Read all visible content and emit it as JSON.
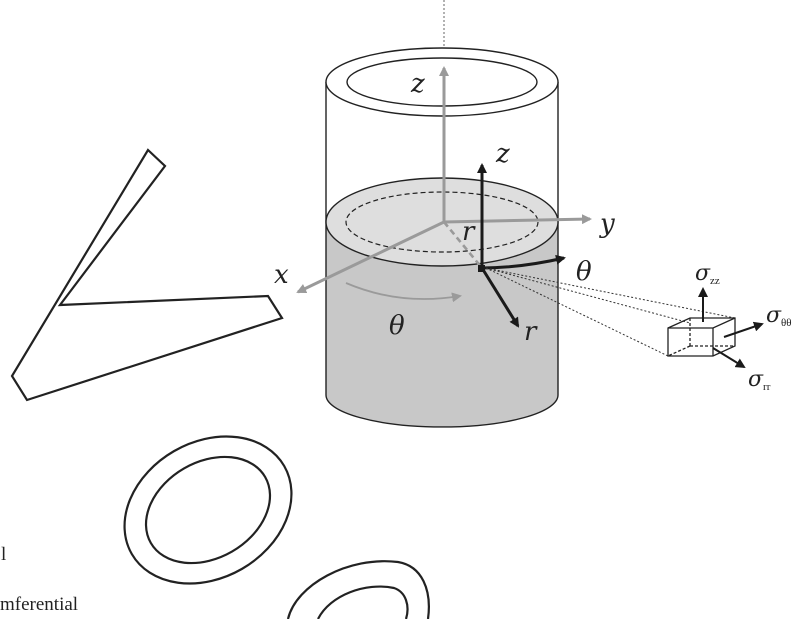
{
  "labels": {
    "global_z": "z",
    "global_y": "y",
    "global_x": "x",
    "global_theta": "θ",
    "local_z": "z",
    "local_r_upper": "r",
    "local_theta": "θ",
    "local_r_lower": "r",
    "sigma": "σ",
    "sub_zz": "zz",
    "sub_thetatheta": "θθ",
    "sub_rr": "rr"
  },
  "fragments": {
    "line1": "l",
    "line2": "mferential"
  },
  "colors": {
    "liquid": "#c8c8c8",
    "surface": "#dedede",
    "axis_gray": "#9a9a9a",
    "axis_dark": "#1a1a1a",
    "outline": "#222222"
  }
}
